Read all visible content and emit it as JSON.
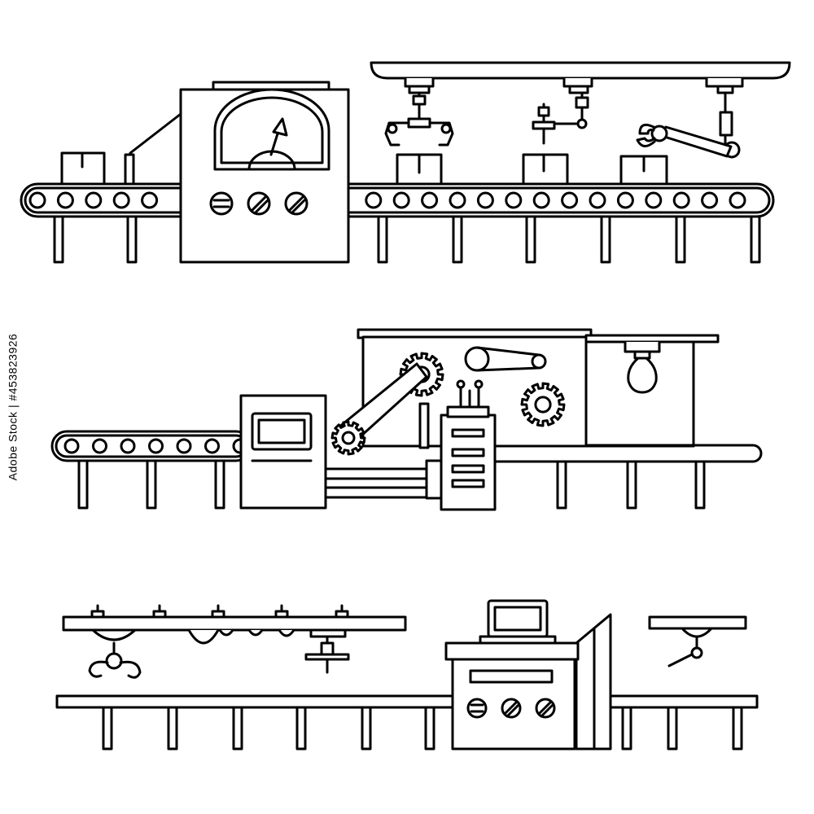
{
  "stock_id": "Adobe Stock | #453823926",
  "watermark": "stock-watermark",
  "colors": {
    "line": "#000000",
    "background": "#ffffff"
  },
  "illustration": {
    "style": "black outline line-art",
    "lines": [
      {
        "name": "conveyor-line-top",
        "parts": [
          "conveyor-belt",
          "control-cabinet-with-gauge",
          "overhead-rail",
          "robot-grippers",
          "boxes"
        ]
      },
      {
        "name": "conveyor-line-middle",
        "parts": [
          "conveyor-belt",
          "screen-cabinet",
          "gear-machine",
          "light-bulb",
          "control-panel"
        ]
      },
      {
        "name": "conveyor-line-bottom",
        "parts": [
          "workbench",
          "overhead-rail-with-tools",
          "monitor-console",
          "small-overhead-rail"
        ]
      }
    ]
  }
}
